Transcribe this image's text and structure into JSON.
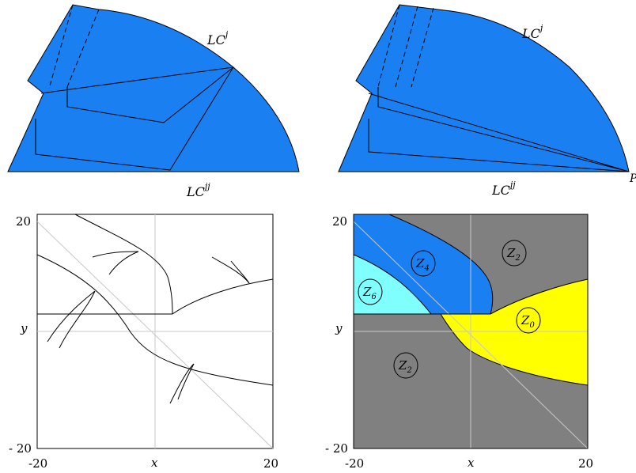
{
  "colors": {
    "blue": "#1a7ff0",
    "cyan": "#80ffff",
    "yellow": "#ffff00",
    "gray": "#808080",
    "curve": "#000000",
    "grid": "#c8c8c8"
  },
  "top_left": {
    "label_lcj": "LC",
    "label_lcj_sup": "j",
    "label_lcjj": "LC",
    "label_lcjj_sup": "jj"
  },
  "top_right": {
    "label_lcj": "LC",
    "label_lcj_sup": "j",
    "label_lcjj": "LC",
    "label_lcjj_sup": "jj",
    "label_p": "P"
  },
  "bottom_left": {
    "y_max": "20",
    "y_min": "- 20",
    "x_min": "-20",
    "x_max": "20",
    "x_label": "x",
    "y_label": "y"
  },
  "bottom_right": {
    "y_max": "20",
    "y_min": "- 20",
    "x_min": "-20",
    "x_max": "20",
    "x_label": "x",
    "y_label": "y",
    "zones": [
      {
        "name": "Z",
        "sub": "4"
      },
      {
        "name": "Z",
        "sub": "2"
      },
      {
        "name": "Z",
        "sub": "6"
      },
      {
        "name": "Z",
        "sub": "0"
      },
      {
        "name": "Z",
        "sub": "2"
      }
    ]
  }
}
